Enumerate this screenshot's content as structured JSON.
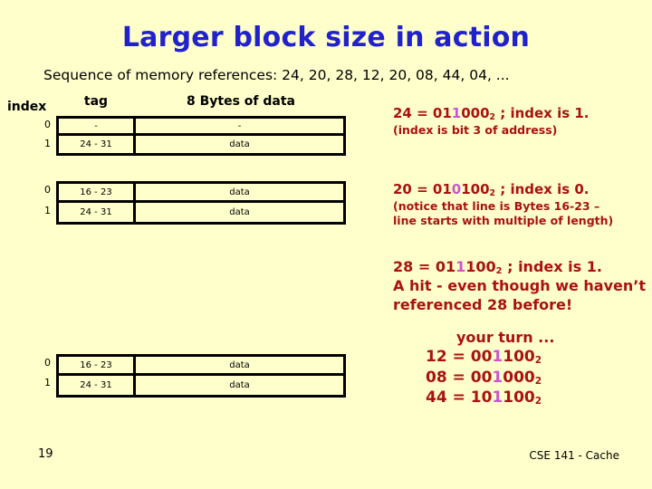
{
  "slide": {
    "title": "Larger block size in action",
    "subtitle": "Sequence of memory references:  24, 20, 28, 12, 20, 08, 44, 04, ...",
    "title_color": "#2222cc",
    "background_color": "#ffffcc",
    "note_color": "#aa1111",
    "highlight_color": "#cc55cc"
  },
  "headers": {
    "index": "index",
    "tag": "tag",
    "data": "8 Bytes of data"
  },
  "tables": [
    {
      "name": "cache-state-after-24",
      "rows": [
        {
          "index": "0",
          "tag": "-",
          "data": "-"
        },
        {
          "index": "1",
          "tag": "24 - 31",
          "data": "data"
        }
      ]
    },
    {
      "name": "cache-state-after-20",
      "rows": [
        {
          "index": "0",
          "tag": "16 - 23",
          "data": "data"
        },
        {
          "index": "1",
          "tag": "24 - 31",
          "data": "data"
        }
      ]
    },
    {
      "name": "cache-state-final",
      "rows": [
        {
          "index": "0",
          "tag": "16 - 23",
          "data": "data"
        },
        {
          "index": "1",
          "tag": "24 - 31",
          "data": "data"
        }
      ]
    }
  ],
  "notes": {
    "note24": {
      "line1_pre": "24 = 01",
      "line1_hl": "1",
      "line1_post": "000",
      "line1_sub": "2",
      "line1_tail": " ; index is 1.",
      "line2": "(index is bit 3 of address)"
    },
    "note20": {
      "line1_pre": "20 = 01",
      "line1_hl": "0",
      "line1_post": "100",
      "line1_sub": "2",
      "line1_tail": " ; index is 0.",
      "line2": "(notice that line is Bytes 16-23 –",
      "line3": "line starts with multiple of length)"
    },
    "note28": {
      "line1_pre": "28 = 01",
      "line1_hl": "1",
      "line1_post": "100",
      "line1_sub": "2",
      "line1_tail": " ; index is 1.",
      "line2": "A hit - even though we haven’t",
      "line3": "referenced 28 before!"
    },
    "yourturn": {
      "heading": "your turn ...",
      "items": [
        {
          "pre": "12 = 00",
          "hl": "1",
          "post": "100",
          "sub": "2"
        },
        {
          "pre": "08 = 00",
          "hl": "1",
          "post": "000",
          "sub": "2"
        },
        {
          "pre": "44 = 10",
          "hl": "1",
          "post": "100",
          "sub": "2"
        }
      ]
    }
  },
  "footer": {
    "page": "19",
    "credit": "CSE 141 - Cache"
  }
}
